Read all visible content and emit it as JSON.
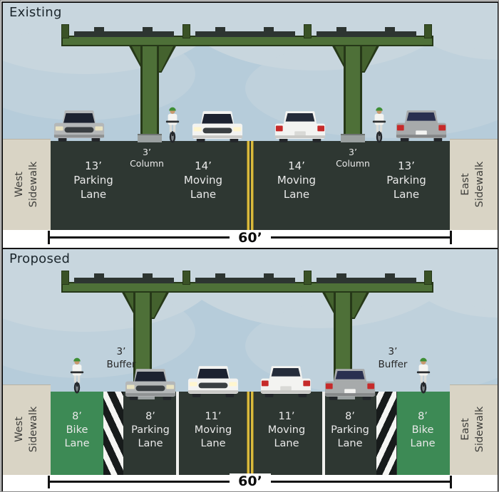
{
  "panels": [
    {
      "title": "Existing",
      "sidewalk_left": {
        "l1": "West",
        "l2": "Sidewalk"
      },
      "sidewalk_right": {
        "l1": "East",
        "l2": "Sidewalk"
      },
      "lanes": [
        {
          "w": "13’",
          "l1": "Parking",
          "l2": "Lane"
        },
        {
          "w": "3’",
          "l1": "Column"
        },
        {
          "w": "14’",
          "l1": "Moving",
          "l2": "Lane"
        },
        {
          "w": "14’",
          "l1": "Moving",
          "l2": "Lane"
        },
        {
          "w": "3’",
          "l1": "Column"
        },
        {
          "w": "13’",
          "l1": "Parking",
          "l2": "Lane"
        }
      ],
      "total_width": "60’"
    },
    {
      "title": "Proposed",
      "sidewalk_left": {
        "l1": "West",
        "l2": "Sidewalk"
      },
      "sidewalk_right": {
        "l1": "East",
        "l2": "Sidewalk"
      },
      "lanes": [
        {
          "w": "8’",
          "l1": "Bike",
          "l2": "Lane"
        },
        {
          "w": "3’",
          "l1": "Buffer"
        },
        {
          "w": "8’",
          "l1": "Parking",
          "l2": "Lane"
        },
        {
          "w": "11’",
          "l1": "Moving",
          "l2": "Lane"
        },
        {
          "w": "11’",
          "l1": "Moving",
          "l2": "Lane"
        },
        {
          "w": "8’",
          "l1": "Parking",
          "l2": "Lane"
        },
        {
          "w": "3’",
          "l1": "Buffer"
        },
        {
          "w": "8’",
          "l1": "Bike",
          "l2": "Lane"
        }
      ],
      "total_width": "60’"
    }
  ],
  "colors": {
    "sky": "#b6ccda",
    "cloud": "#c8d6de",
    "road": "#2e3732",
    "structure_green": "#4e7038",
    "structure_outline": "#263818",
    "bike_lane_green": "#3d8a55",
    "sidewalk": "#d9d4c5",
    "center_line_yellow": "#d9b93e",
    "buffer_stripe_dark": "#171b1b",
    "buffer_stripe_light": "#f5f5f3",
    "taillight_red": "#c62a2a",
    "helmet_green": "#3f8e35"
  }
}
